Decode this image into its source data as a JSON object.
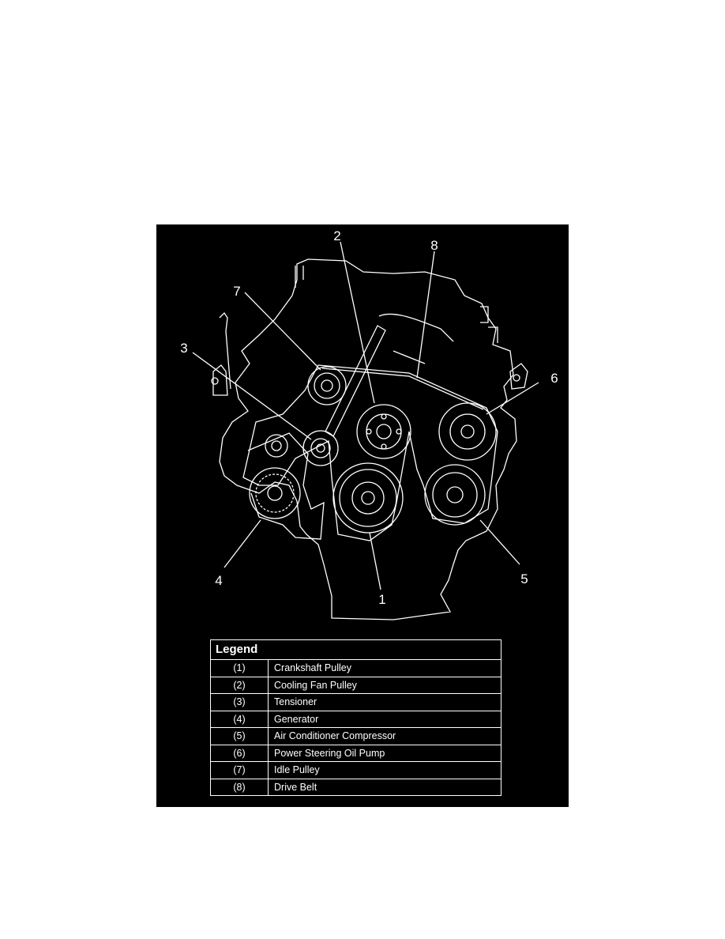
{
  "callouts": [
    "1",
    "2",
    "3",
    "4",
    "5",
    "6",
    "7",
    "8"
  ],
  "legend": {
    "title": "Legend",
    "rows": [
      {
        "num": "(1)",
        "desc": "Crankshaft Pulley"
      },
      {
        "num": "(2)",
        "desc": "Cooling Fan Pulley"
      },
      {
        "num": "(3)",
        "desc": "Tensioner"
      },
      {
        "num": "(4)",
        "desc": "Generator"
      },
      {
        "num": "(5)",
        "desc": "Air Conditioner Compressor"
      },
      {
        "num": "(6)",
        "desc": "Power Steering Oil Pump"
      },
      {
        "num": "(7)",
        "desc": "Idle Pulley"
      },
      {
        "num": "(8)",
        "desc": "Drive Belt"
      }
    ]
  },
  "colors": {
    "background": "#000000",
    "line": "#ffffff"
  }
}
